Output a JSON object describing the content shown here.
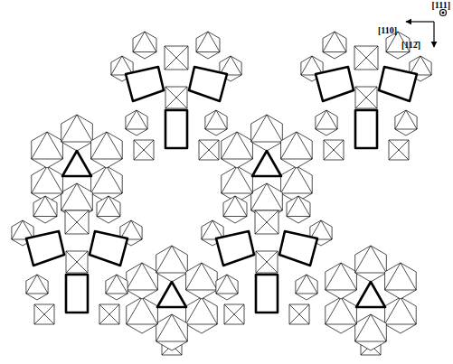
{
  "diagram": {
    "labels": [
      "[111]",
      "[110]",
      "[112̄]"
    ]
  }
}
